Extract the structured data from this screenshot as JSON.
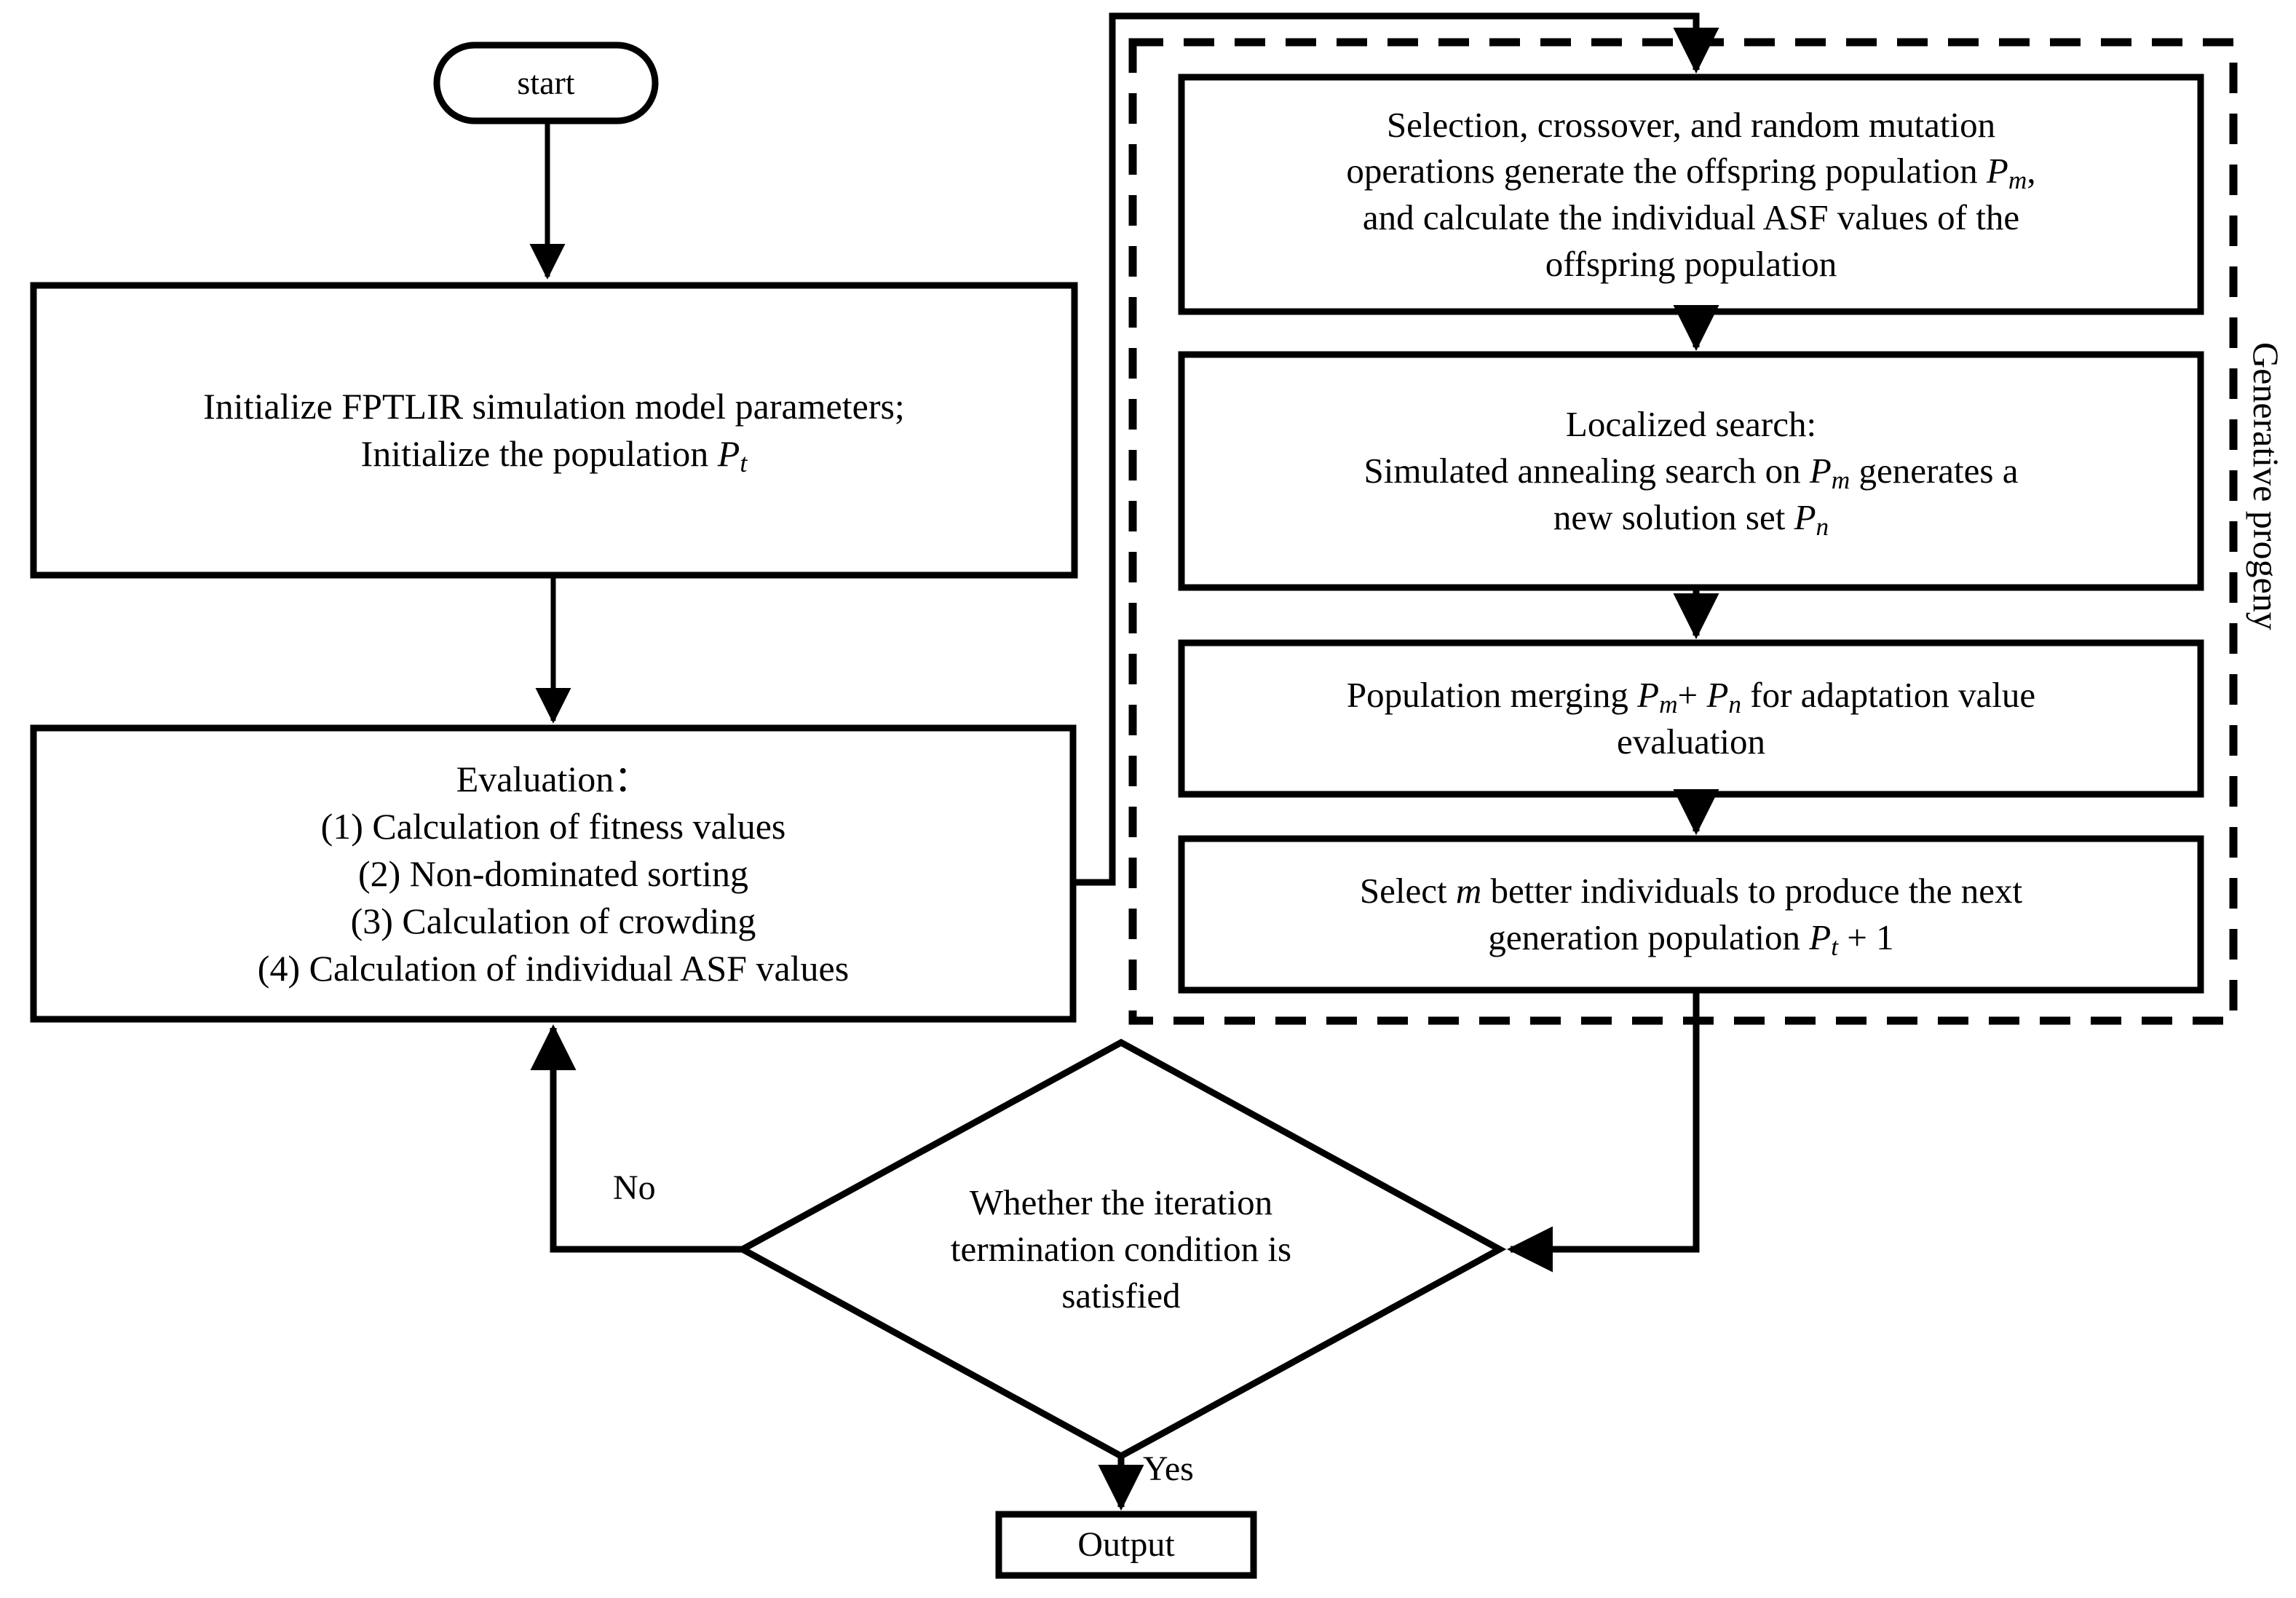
{
  "diagram": {
    "title": "FPTLIR multi-objective optimization algorithm flowchart",
    "colors": {
      "stroke": "#000000",
      "fill": "#ffffff",
      "background": "#ffffff"
    },
    "nodes": {
      "start": {
        "label": "start",
        "shape": "stadium"
      },
      "initialize": {
        "shape": "rectangle",
        "lines": [
          {
            "text": "Initialize FPTLIR simulation model parameters;"
          },
          {
            "text": "Initialize the population ",
            "symbol": "P",
            "subscript": "t"
          }
        ]
      },
      "evaluation": {
        "shape": "rectangle",
        "lines": [
          {
            "text": "Evaluation："
          },
          {
            "text": "(1) Calculation of fitness values"
          },
          {
            "text": "(2) Non-dominated sorting"
          },
          {
            "text": "(3) Calculation of crowding"
          },
          {
            "text": "(4) Calculation of individual ASF values"
          }
        ]
      },
      "genetic_ops": {
        "shape": "rectangle",
        "lines": [
          {
            "text": "Selection, crossover, and random mutation"
          },
          {
            "text": "operations generate the offspring population ",
            "symbol": "P",
            "subscript": "m",
            "trail": ","
          },
          {
            "text": "and calculate the individual ASF values of the"
          },
          {
            "text": "offspring population"
          }
        ]
      },
      "local_search": {
        "shape": "rectangle",
        "lines": [
          {
            "text": "Localized search:"
          },
          {
            "text": "Simulated annealing search on ",
            "symbol": "P",
            "subscript": "m",
            "trail": " generates a"
          },
          {
            "text": "new solution set ",
            "symbol": "P",
            "subscript": "n"
          }
        ]
      },
      "merge": {
        "shape": "rectangle",
        "lines": [
          {
            "text": "Population merging ",
            "symbol": "P",
            "subscript": "m",
            "trail": "+ ",
            "symbol2": "P",
            "subscript2": "n",
            "trail2": " for adaptation value"
          },
          {
            "text": "evaluation"
          }
        ]
      },
      "select_next": {
        "shape": "rectangle",
        "lines": [
          {
            "text": "Select ",
            "symbol": "m",
            "trail": " better individuals to produce the next"
          },
          {
            "text": "generation population ",
            "symbol": "P",
            "subscript": "t",
            "trail": " + 1"
          }
        ]
      },
      "decision": {
        "shape": "diamond",
        "lines": [
          {
            "text": "Whether the iteration"
          },
          {
            "text": "termination condition is"
          },
          {
            "text": "satisfied"
          }
        ]
      },
      "output": {
        "label": "Output",
        "shape": "rectangle"
      }
    },
    "group": {
      "label": "Generative progeny",
      "style": "dashed",
      "orientation": "vertical-right"
    },
    "edge_labels": {
      "no": "No",
      "yes": "Yes"
    }
  }
}
